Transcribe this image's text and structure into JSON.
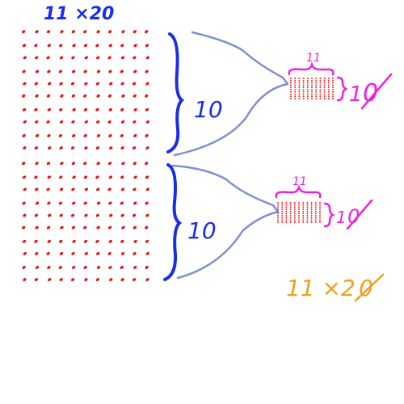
{
  "colors": {
    "background": "#ffffff",
    "dots": "#ee1111",
    "title_ink": "#1a2ee6",
    "brace_ink": "#1a2ee6",
    "funnel_ink": "#7f8fcf",
    "small_array_ink": "#ff1a1a",
    "magenta_ink": "#ee22dd",
    "orange_ink": "#f0a020"
  },
  "drawing": {
    "title": "11 ×20",
    "big_array": {
      "columns": 11,
      "rows": 20
    },
    "upper_group": {
      "brace_label": "10",
      "small_array": {
        "columns": 11,
        "rows": 10
      },
      "top_label": "11",
      "side_label": "1",
      "crossed_digit": "0"
    },
    "lower_group": {
      "brace_label": "10",
      "small_array": {
        "columns": 11,
        "rows": 10
      },
      "top_label": "11",
      "side_label": "1",
      "crossed_digit": "0"
    },
    "answer": {
      "prefix": "11 ×2",
      "crossed_digit": "0"
    }
  }
}
